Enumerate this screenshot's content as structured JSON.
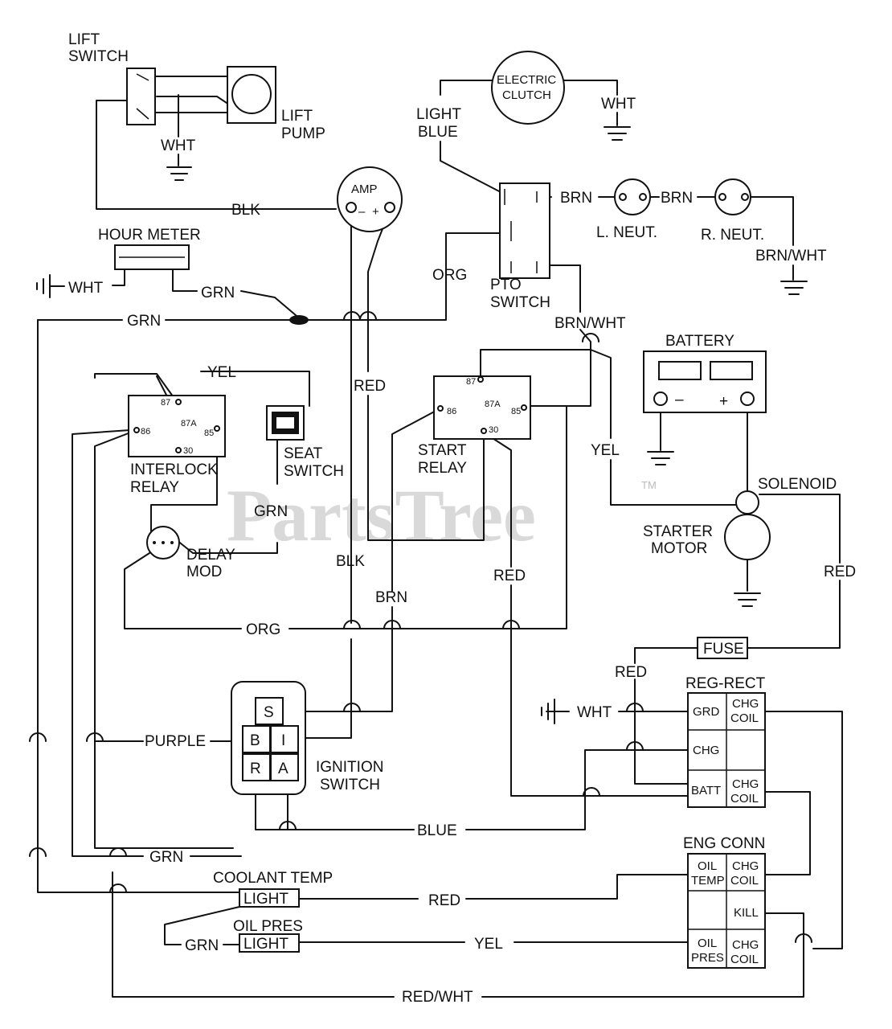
{
  "watermark": {
    "text": "PartsTree",
    "tm": "TM"
  },
  "components": {
    "lift_switch": [
      "LIFT",
      "SWITCH"
    ],
    "lift_pump": [
      "LIFT",
      "PUMP"
    ],
    "electric_clutch": [
      "ELECTRIC",
      "CLUTCH"
    ],
    "amp": "AMP",
    "hour_meter": "HOUR METER",
    "pto_switch": [
      "PTO",
      "SWITCH"
    ],
    "l_neut": "L. NEUT.",
    "r_neut": "R. NEUT.",
    "battery": "BATTERY",
    "interlock_relay": [
      "INTERLOCK",
      "RELAY"
    ],
    "seat_switch": [
      "SEAT",
      "SWITCH"
    ],
    "start_relay": [
      "START",
      "RELAY"
    ],
    "solenoid": "SOLENOID",
    "starter_motor": [
      "STARTER",
      "MOTOR"
    ],
    "delay_mod": [
      "DELAY",
      "MOD"
    ],
    "fuse": "FUSE",
    "reg_rect": "REG-RECT",
    "ignition_switch": [
      "IGNITION",
      "SWITCH"
    ],
    "eng_conn": "ENG CONN",
    "coolant_temp": "COOLANT TEMP",
    "light": "LIGHT",
    "oil_pres": "OIL PRES"
  },
  "relay_pins": {
    "p87": "87",
    "p87a": "87A",
    "p86": "86",
    "p85": "85",
    "p30": "30"
  },
  "ignition_terminals": {
    "s": "S",
    "b": "B",
    "i": "I",
    "r": "R",
    "a": "A"
  },
  "amp_terminals": {
    "minus": "–",
    "plus": "+"
  },
  "battery_terminals": {
    "minus": "–",
    "plus": "+"
  },
  "reg_rect_cells": {
    "grd": "GRD",
    "chg_coil": [
      "CHG",
      "COIL"
    ],
    "chg": "CHG",
    "batt": "BATT"
  },
  "eng_conn_cells": {
    "oil_temp": [
      "OIL",
      "TEMP"
    ],
    "chg_coil": [
      "CHG",
      "COIL"
    ],
    "kill": "KILL",
    "oil_pres": [
      "OIL",
      "PRES"
    ]
  },
  "wire_labels": {
    "wht": "WHT",
    "light_blue": [
      "LIGHT",
      "BLUE"
    ],
    "blk": "BLK",
    "brn": "BRN",
    "grn": "GRN",
    "org": "ORG",
    "brn_wht": "BRN/WHT",
    "yel": "YEL",
    "red": "RED",
    "purple": "PURPLE",
    "blue": "BLUE",
    "red_wht": "RED/WHT"
  }
}
